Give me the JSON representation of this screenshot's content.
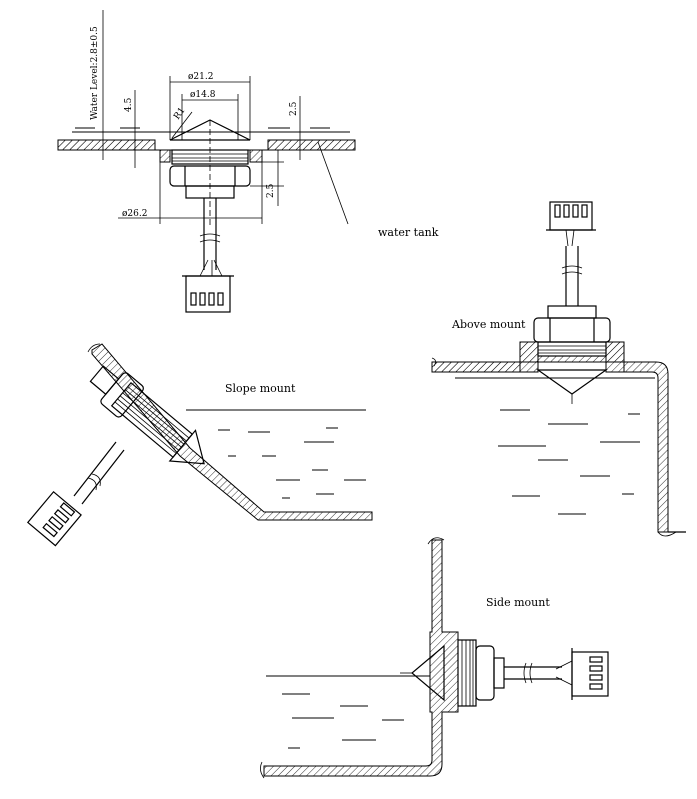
{
  "dimensions": {
    "water_level": "Water Level:2.8±0.5",
    "outer_dia": "ø21.2",
    "inner_dia": "ø14.8",
    "radius": "R1",
    "left_height": "4.5",
    "right_height": "2.5",
    "lower_height": "2.5",
    "bottom_dia": "ø26.2"
  },
  "labels": {
    "water_tank": "water tank",
    "above_mount": "Above mount",
    "slope_mount": "Slope mount",
    "side_mount": "Side mount"
  }
}
